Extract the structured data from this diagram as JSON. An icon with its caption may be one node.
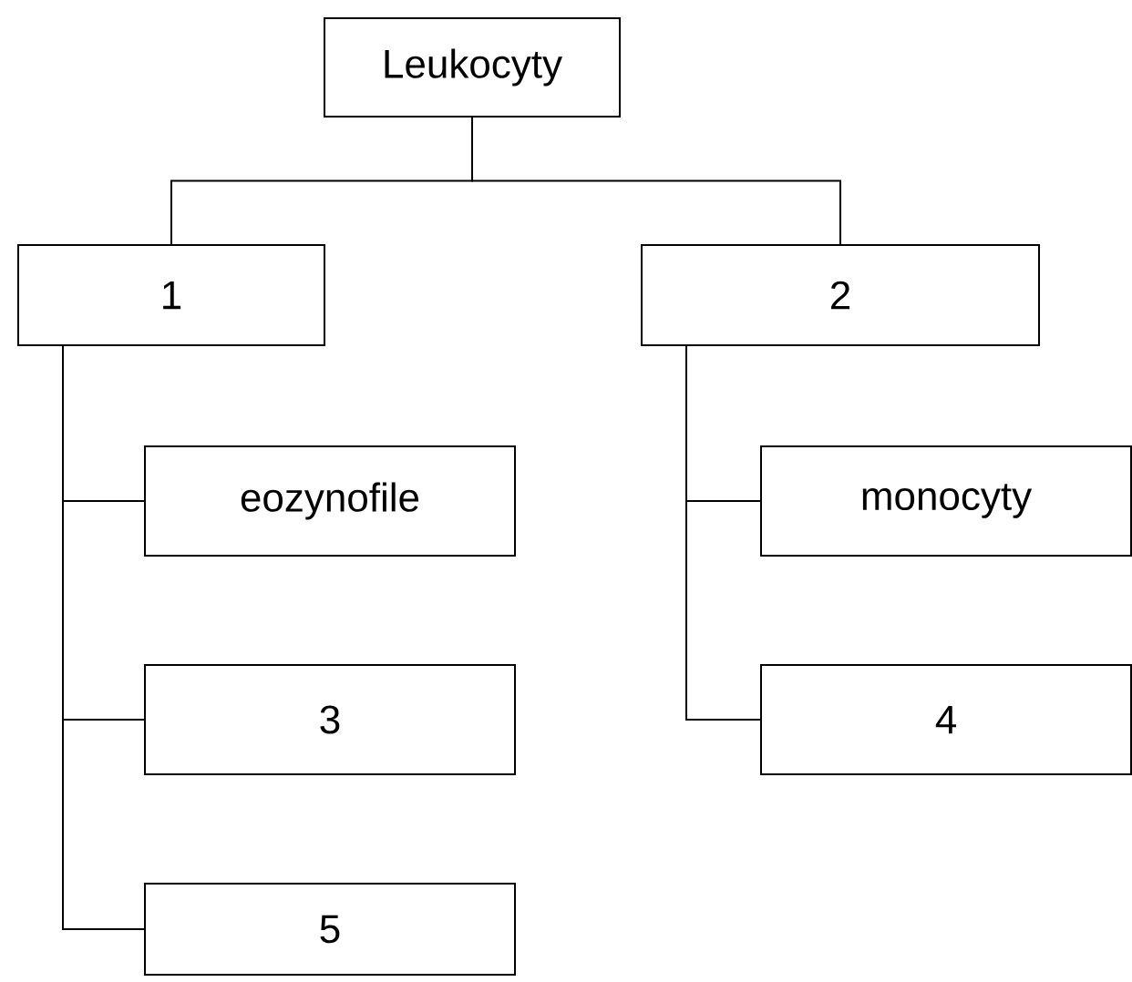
{
  "diagram": {
    "nodes": [
      {
        "text": [
          "Leukocyty"
        ]
      },
      {
        "text": [
          "1"
        ]
      },
      {
        "text": [
          "2"
        ]
      },
      {
        "text": [
          "eozynofile"
        ]
      },
      {
        "text": [
          "3"
        ]
      },
      {
        "text": [
          "5"
        ]
      },
      {
        "text": [
          "monocyty"
        ]
      },
      {
        "text": [
          "4"
        ]
      }
    ],
    "edges": [
      {
        "from": 0,
        "to": 1,
        "arrow": "none"
      },
      {
        "from": 0,
        "to": 2,
        "arrow": "none"
      },
      {
        "from": 1,
        "to": 3,
        "arrow": "none"
      },
      {
        "from": 1,
        "to": 4,
        "arrow": "none"
      },
      {
        "from": 1,
        "to": 5,
        "arrow": "none"
      },
      {
        "from": 2,
        "to": 6,
        "arrow": "none"
      },
      {
        "from": 2,
        "to": 7,
        "arrow": "none"
      }
    ]
  }
}
